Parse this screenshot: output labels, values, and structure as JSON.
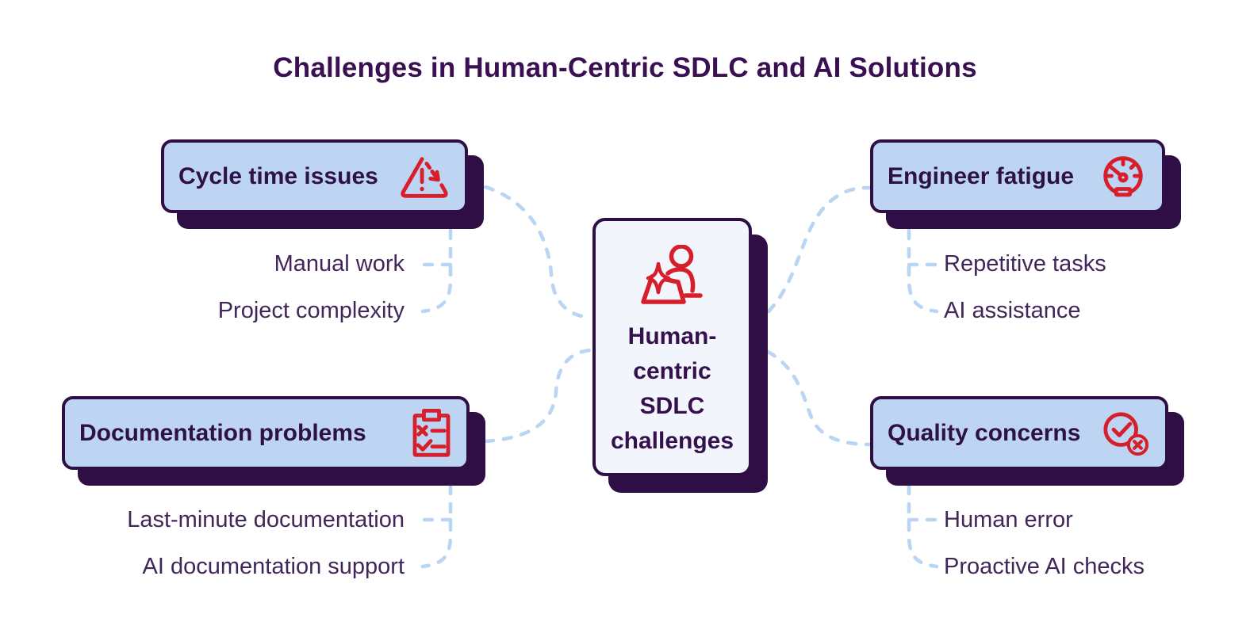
{
  "title": "Challenges in Human-Centric SDLC and AI Solutions",
  "central": {
    "icon": "person-at-laptop-icon",
    "label": "Human-centric SDLC challenges",
    "lines": [
      "Human-",
      "centric",
      "SDLC",
      "challenges"
    ]
  },
  "branches": [
    {
      "id": "cycle-time-issues",
      "label": "Cycle time issues",
      "icon": "warning-triangle-icon",
      "items": [
        "Manual work",
        "Project complexity"
      ]
    },
    {
      "id": "engineer-fatigue",
      "label": "Engineer fatigue",
      "icon": "gauge-icon",
      "items": [
        "Repetitive tasks",
        "AI assistance"
      ]
    },
    {
      "id": "documentation-problems",
      "label": "Documentation problems",
      "icon": "checklist-icon",
      "items": [
        "Last-minute documentation",
        "AI documentation support"
      ]
    },
    {
      "id": "quality-concerns",
      "label": "Quality concerns",
      "icon": "check-cross-icon",
      "items": [
        "Human error",
        "Proactive AI checks"
      ]
    }
  ],
  "colors": {
    "background": "#ffffff",
    "box_fill": "#bdd5f2",
    "central_fill": "#f2f5fb",
    "outline_dark_purple": "#2e0e45",
    "title_text": "#3a1053",
    "label_text": "#2e1148",
    "leaf_text": "#41265a",
    "accent_red": "#d61f2a",
    "connector_blue": "#b9d5f3"
  }
}
